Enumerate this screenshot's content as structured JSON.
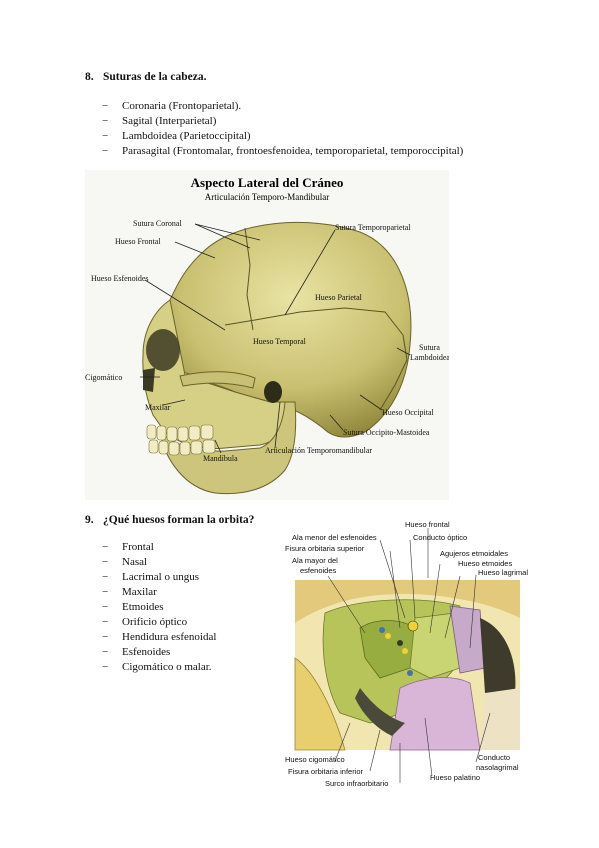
{
  "section8": {
    "number": "8.",
    "title": "Suturas de la cabeza.",
    "items": [
      "Coronaria (Frontoparietal).",
      "Sagital (Interparietal)",
      "Lambdoidea (Parietoccipital)",
      "Parasagital (Frontomalar, frontoesfenoidea, temporoparietal, temporoccipital)"
    ]
  },
  "skull_figure": {
    "title": "Aspecto Lateral del Cráneo",
    "subtitle": "Articulación Temporo-Mandibular",
    "labels": {
      "sutura_coronal": "Sutura Coronal",
      "hueso_frontal": "Hueso Frontal",
      "hueso_esfenoides": "Hueso Esfenoides",
      "cigomatico": "Cigomático",
      "maxilar": "Maxilar",
      "mandibula": "Mandíbula",
      "sutura_temporoparietal": "Sutura Temporoparietal",
      "hueso_parietal": "Hueso Parietal",
      "hueso_temporal": "Hueso Temporal",
      "sutura_lambdoidea_1": "Sutura",
      "sutura_lambdoidea_2": "Lambdoidea",
      "hueso_occipital": "Hueso Occipital",
      "sutura_occipito_mastoidea": "Sutura Occipito-Mastoidea",
      "articulacion_temporomandibular": "Articulación Temporomandibular"
    }
  },
  "section9": {
    "number": "9.",
    "title": "¿Qué huesos forman la orbita?",
    "items": [
      "Frontal",
      "Nasal",
      "Lacrimal o ungus",
      "Maxilar",
      "Etmoides",
      "Orificio óptico",
      "Hendidura esfenoidal",
      "Esfenoides",
      "Cigomático o malar."
    ]
  },
  "orbit_figure": {
    "labels": {
      "hueso_frontal": "Hueso frontal",
      "ala_menor": "Ala menor del esfenoides",
      "conducto_optico": "Conducto óptico",
      "fisura_superior": "Fisura orbitaria superior",
      "agujeros_etmoidales": "Agujeros etmoidales",
      "ala_mayor_1": "Ala mayor del",
      "ala_mayor_2": "esfenoides",
      "hueso_etmoides": "Hueso etmoides",
      "hueso_lagrimal": "Hueso lagrimal",
      "hueso_cigomatico": "Hueso cigomático",
      "fisura_inferior": "Fisura orbitaria inferior",
      "surco_infraorbitario": "Surco infraorbitario",
      "hueso_palatino": "Hueso palatino",
      "conducto_nasolagrimal_1": "Conducto",
      "conducto_nasolagrimal_2": "nasolagrimal"
    }
  }
}
